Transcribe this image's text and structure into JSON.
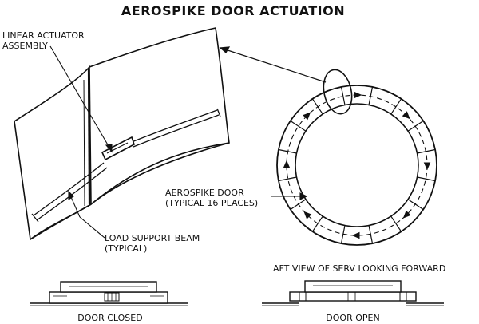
{
  "title": "AEROSPIKE DOOR ACTUATION",
  "labels": {
    "linear_actuator_line1": "LINEAR ACTUATOR",
    "linear_actuator_line2": "ASSEMBLY",
    "aerospike_door_line1": "AEROSPIKE DOOR",
    "aerospike_door_line2": "(TYPICAL 16 PLACES)",
    "load_beam_line1": "LOAD SUPPORT BEAM",
    "load_beam_line2": "(TYPICAL)",
    "aft_view": "AFT VIEW OF SERV LOOKING FORWARD",
    "door_closed": "DOOR CLOSED",
    "door_open": "DOOR OPEN"
  },
  "door_count": 16,
  "colors": {
    "ink": "#111111",
    "background": "#ffffff"
  }
}
